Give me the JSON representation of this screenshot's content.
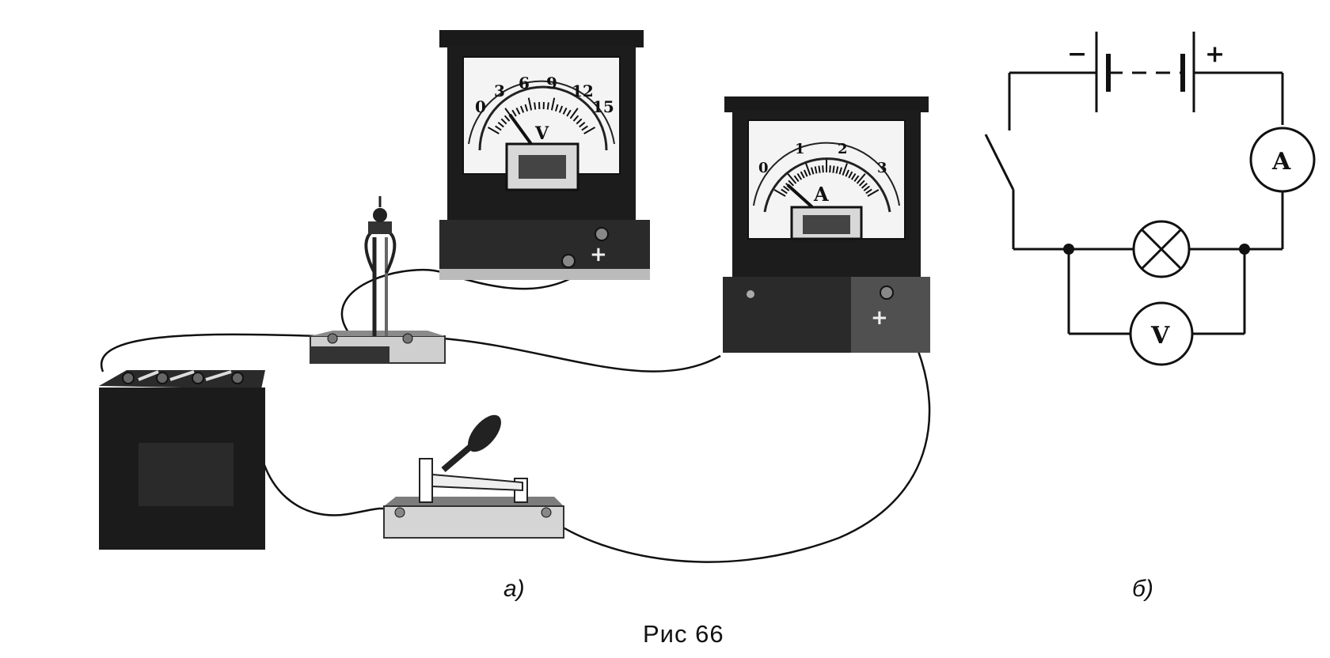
{
  "figure": {
    "title": "Рис 66",
    "panel_a_label": "а)",
    "panel_b_label": "б)"
  },
  "voltmeter": {
    "unit": "V",
    "scale": [
      "0",
      "3",
      "6",
      "9",
      "12",
      "15"
    ],
    "terminal_plus": "+",
    "reading_fraction": 0.2
  },
  "ammeter": {
    "unit": "A",
    "scale": [
      "0",
      "1",
      "2",
      "3"
    ],
    "terminal_plus": "+",
    "reading_fraction": 0.1
  },
  "schematic": {
    "battery_minus": "−",
    "battery_plus": "+",
    "ammeter_symbol": "A",
    "voltmeter_symbol": "V"
  }
}
